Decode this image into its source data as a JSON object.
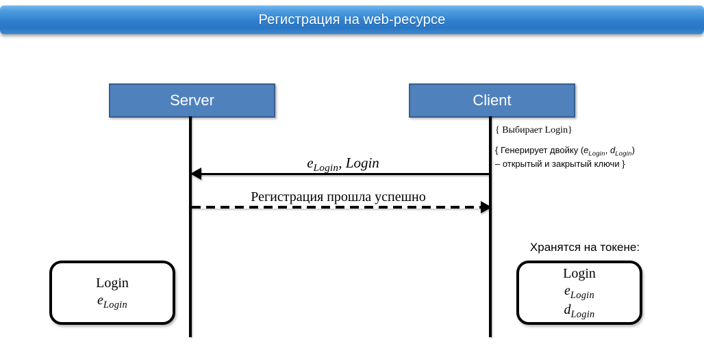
{
  "banner": {
    "title": "Регистрация на web-ресурсе",
    "gradient_top": "#7ab8ef",
    "gradient_bottom": "#2a76c4"
  },
  "lifelines": [
    {
      "id": "server",
      "label": "Server",
      "fill": "#4f81bd",
      "border": "#385d8a"
    },
    {
      "id": "client",
      "label": "Client",
      "fill": "#4f81bd",
      "border": "#385d8a"
    }
  ],
  "notes": {
    "choose_login": "{ Выбирает Login}",
    "generate_line1_prefix": "{ Генерирует двойку (",
    "generate_e": "e",
    "generate_e_sub": "Login",
    "generate_comma": ", ",
    "generate_d": "d",
    "generate_d_sub": "Login",
    "generate_line1_suffix": ")",
    "generate_line2": "– открытый и закрытый ключи }"
  },
  "messages": [
    {
      "id": "request",
      "style": "solid",
      "direction": "client-to-server",
      "label_e": "e",
      "label_e_sub": "Login",
      "label_rest": ", Login"
    },
    {
      "id": "reply",
      "style": "dashed",
      "direction": "server-to-client",
      "label": "Регистрация прошла успешно"
    }
  ],
  "storage": {
    "server_box": {
      "line1": "Login",
      "line2_base": "e",
      "line2_sub": "Login"
    },
    "client_caption": "Хранятся на токене:",
    "client_box": {
      "line1": "Login",
      "line2_base": "e",
      "line2_sub": "Login",
      "line3_base": "d",
      "line3_sub": "Login"
    }
  }
}
